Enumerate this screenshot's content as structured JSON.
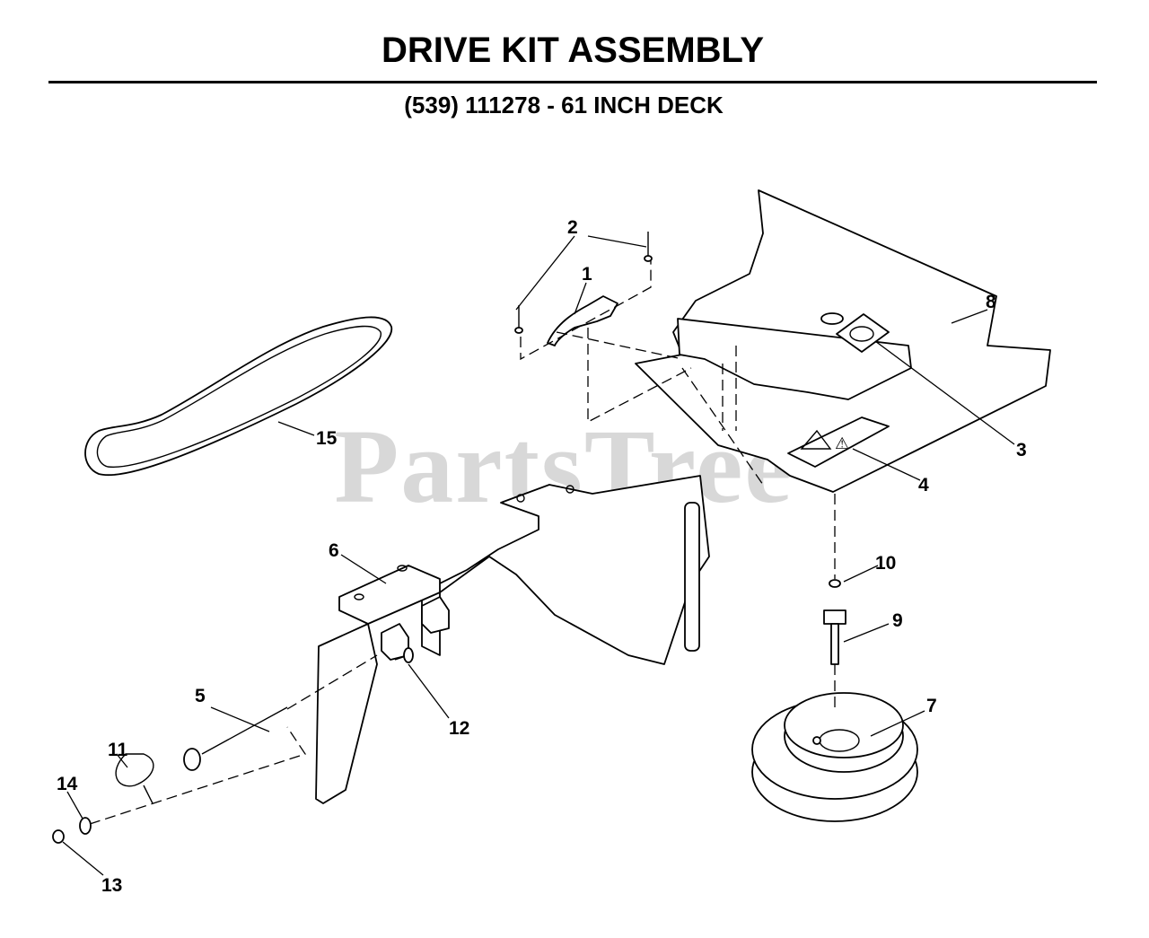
{
  "title": "DRIVE KIT ASSEMBLY",
  "subtitle": "(539) 111278 - 61 INCH DECK",
  "watermark": "PartsTree",
  "callouts": [
    "1",
    "2",
    "3",
    "4",
    "5",
    "6",
    "7",
    "8",
    "9",
    "10",
    "11",
    "12",
    "13",
    "14",
    "15"
  ],
  "icons": [
    "v-belt",
    "drive-bracket",
    "pulley-cover-shield",
    "decal",
    "idler-pulley",
    "spacer-bolt",
    "hex-nut",
    "hitch-pin",
    "hair-pin-clip",
    "carriage-bolt",
    "washer",
    "drive-plate",
    "latch",
    "rivet"
  ]
}
